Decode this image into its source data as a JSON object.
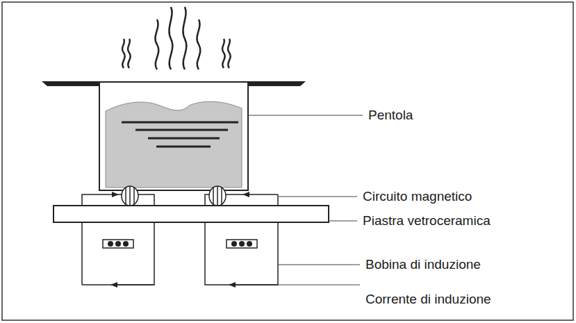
{
  "diagram": {
    "labels": [
      "Pentola",
      "Circuito magnetico",
      "Piastra vetroceramica",
      "Bobina di induzione",
      "Corrente di induzione"
    ]
  }
}
